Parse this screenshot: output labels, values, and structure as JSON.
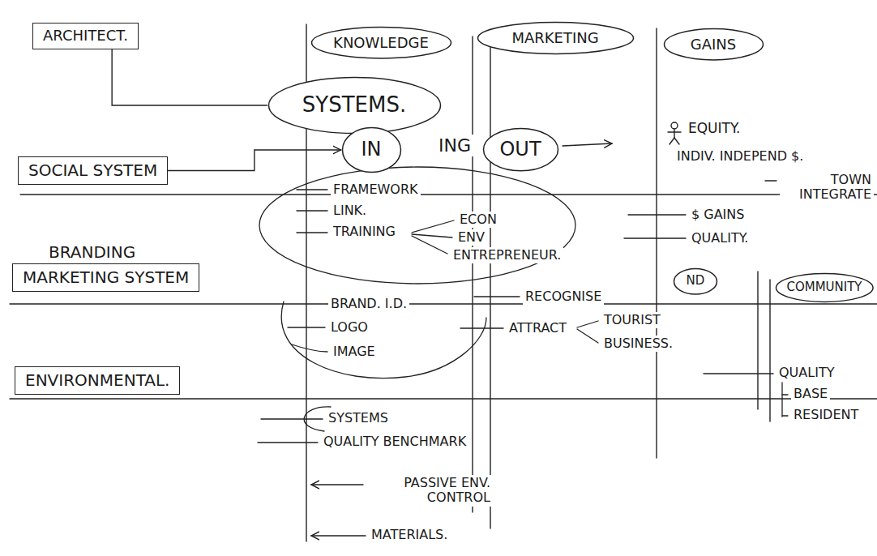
{
  "diagram": {
    "nodes": [
      {
        "text": [
          "ARCHITECT."
        ]
      },
      {
        "text": [
          "KNOWLEDGE"
        ]
      },
      {
        "text": [
          "MARKETING"
        ]
      },
      {
        "text": [
          "GAINS"
        ]
      },
      {
        "text": [
          "SYSTEMS."
        ]
      },
      {
        "text": [
          "IN"
        ]
      },
      {
        "text": [
          "OUT"
        ]
      },
      {
        "text": [
          "SOCIAL SYSTEM"
        ]
      },
      {
        "text": [
          "BRANDING",
          "MARKETING SYSTEM"
        ]
      },
      {
        "text": [
          "ND"
        ]
      },
      {
        "text": [
          "COMMUNITY"
        ]
      },
      {
        "text": [
          "ENVIRONMENTAL."
        ]
      }
    ],
    "edges": [
      {
        "from": 0,
        "to": 4,
        "arrow": "none"
      },
      {
        "from": 7,
        "to": 5,
        "arrow": "to"
      }
    ],
    "labels": [
      "ING",
      "EQUITY.",
      "INDIV. INDEPEND $.",
      "TOWN INTEGRATE",
      "FRAMEWORK",
      "LINK.",
      "TRAINING",
      "ECON",
      "ENV",
      "ENTREPRENEUR.",
      "$ GAINS",
      "QUALITY.",
      "BRAND. I.D.",
      "LOGO",
      "IMAGE",
      "RECOGNISE",
      "ATTRACT",
      "TOURIST",
      "BUSINESS.",
      "QUALITY",
      "BASE",
      "RESIDENT",
      "SYSTEMS",
      "QUALITY BENCHMARK",
      "PASSIVE ENV. CONTROL",
      "MATERIALS."
    ]
  }
}
